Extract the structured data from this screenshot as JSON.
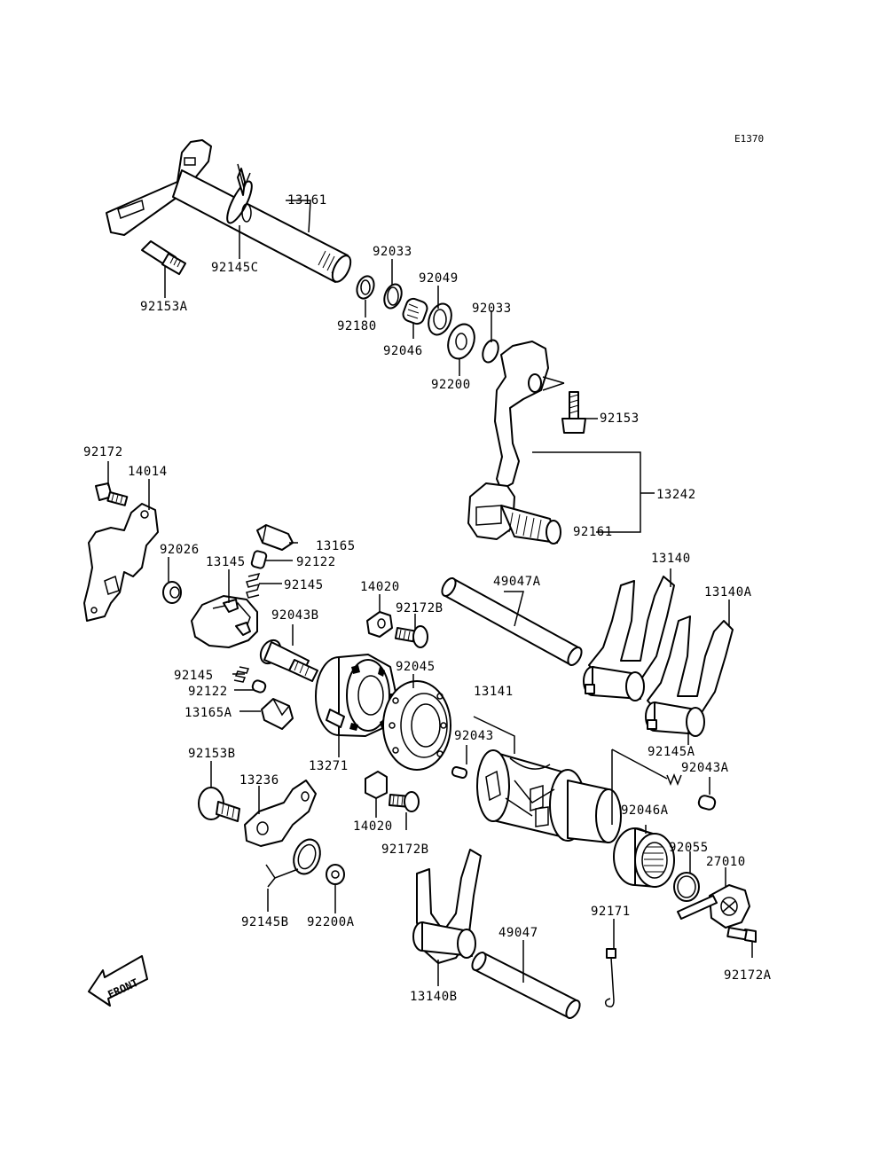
{
  "diagram_code": "E1370",
  "front_label": "FRONT",
  "parts": [
    {
      "id": "13161"
    },
    {
      "id": "92145C"
    },
    {
      "id": "92153A"
    },
    {
      "id": "92033"
    },
    {
      "id": "92049"
    },
    {
      "id": "92180"
    },
    {
      "id": "92046"
    },
    {
      "id": "92033"
    },
    {
      "id": "92200"
    },
    {
      "id": "92153"
    },
    {
      "id": "13242"
    },
    {
      "id": "92161"
    },
    {
      "id": "92172"
    },
    {
      "id": "14014"
    },
    {
      "id": "13165"
    },
    {
      "id": "92026"
    },
    {
      "id": "13145"
    },
    {
      "id": "92122"
    },
    {
      "id": "92145"
    },
    {
      "id": "14020"
    },
    {
      "id": "92172B"
    },
    {
      "id": "92043B"
    },
    {
      "id": "49047A"
    },
    {
      "id": "13140"
    },
    {
      "id": "13140A"
    },
    {
      "id": "92145"
    },
    {
      "id": "92122"
    },
    {
      "id": "13165A"
    },
    {
      "id": "92045"
    },
    {
      "id": "13141"
    },
    {
      "id": "92043"
    },
    {
      "id": "13271"
    },
    {
      "id": "92145A"
    },
    {
      "id": "92043A"
    },
    {
      "id": "92153B"
    },
    {
      "id": "13236"
    },
    {
      "id": "14020"
    },
    {
      "id": "92172B"
    },
    {
      "id": "92046A"
    },
    {
      "id": "92055"
    },
    {
      "id": "27010"
    },
    {
      "id": "92145B"
    },
    {
      "id": "92200A"
    },
    {
      "id": "49047"
    },
    {
      "id": "92171"
    },
    {
      "id": "92172A"
    },
    {
      "id": "13140B"
    }
  ]
}
